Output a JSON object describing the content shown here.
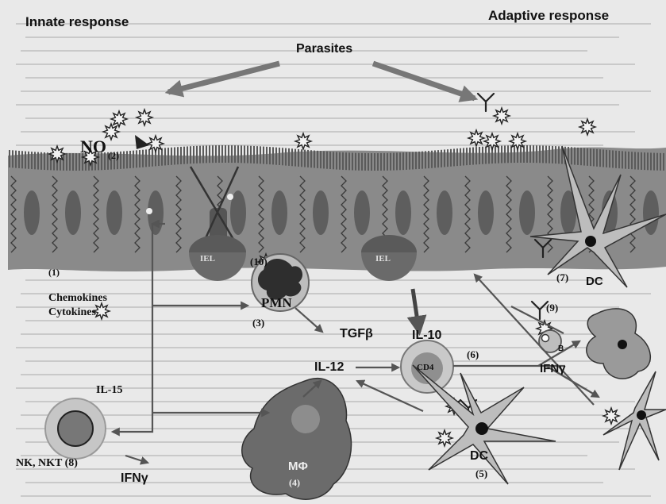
{
  "headings": {
    "innate": "Innate response",
    "adaptive": "Adaptive response",
    "parasites": "Parasites"
  },
  "labels": {
    "no": "NO",
    "chemokines": "Chemokines",
    "cytokines": "Cytokines",
    "iel_left": "IEL",
    "iel_right": "IEL",
    "pmn": "PMN",
    "il12": "IL-12",
    "il15": "IL-15",
    "tgfb": "TGFβ",
    "il10": "IL-10",
    "cd4": "CD4",
    "b": "B",
    "ifng_right": "IFNγ",
    "ifng_left": "IFNγ",
    "nk_nkt": "NK, NKT (8)",
    "dc_right": "DC",
    "dc_bottom": "DC",
    "macrophage": "MΦ"
  },
  "markers": {
    "m1": "(1)",
    "m2": "(2)",
    "m3": "(3)",
    "m4": "(4)",
    "m5": "(5)",
    "m6": "(6)",
    "m7": "(7)",
    "m9": "(9)",
    "m10": "(10)"
  },
  "colors": {
    "background": "#e9e9e9",
    "epithelium": "#8a8a8a",
    "nucleus": "#5e5e5e",
    "cell_light": "#bdbdbd",
    "cell_dark": "#6a6a6a",
    "arrow": "#555555",
    "ink": "#111111"
  }
}
